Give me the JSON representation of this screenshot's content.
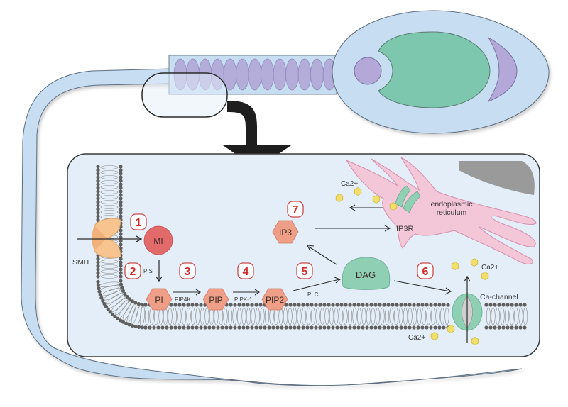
{
  "title": "Myo-inositol / phosphoinositide signaling pathway in sperm",
  "colors": {
    "sperm_body": "#c6ddf2",
    "sperm_outline": "#5e6e80",
    "nucleus": "#7cc7ae",
    "acrosome": "#b3a8d8",
    "mitochondria": "#b3a8d8",
    "panel_bg": "#e3eef9",
    "panel_border": "#3a3a3a",
    "membrane_head": "#5f5f5f",
    "hexagon": "#ef9e87",
    "mi_circle": "#e26a6a",
    "dag": "#8fd0b5",
    "er": "#f3c6d8",
    "calcium": "#f2df6a",
    "smit": "#f7c38f",
    "channel": "#8fd0b5",
    "step_red": "#d42a2a",
    "dark_organelle": "#9a9a9a"
  },
  "steps": [
    "1",
    "2",
    "3",
    "4",
    "5",
    "6",
    "7"
  ],
  "molecules": {
    "mi": "MI",
    "pi": "PI",
    "pip": "PIP",
    "pip2": "PIP2",
    "ip3": "IP3",
    "dag": "DAG"
  },
  "enzymes": {
    "pis": "PIS",
    "pip4k": "PIP4K",
    "pipk1": "PIPK-1",
    "plc": "PLC"
  },
  "labels": {
    "smit": "SMIT",
    "ip3r": "IP3R",
    "er_line1": "endoplasmic",
    "er_line2": "reticulum",
    "ca_channel": "Ca-channel",
    "ca_er": "Ca2+",
    "ca_in": "Ca2+",
    "ca_out": "Ca2+"
  }
}
